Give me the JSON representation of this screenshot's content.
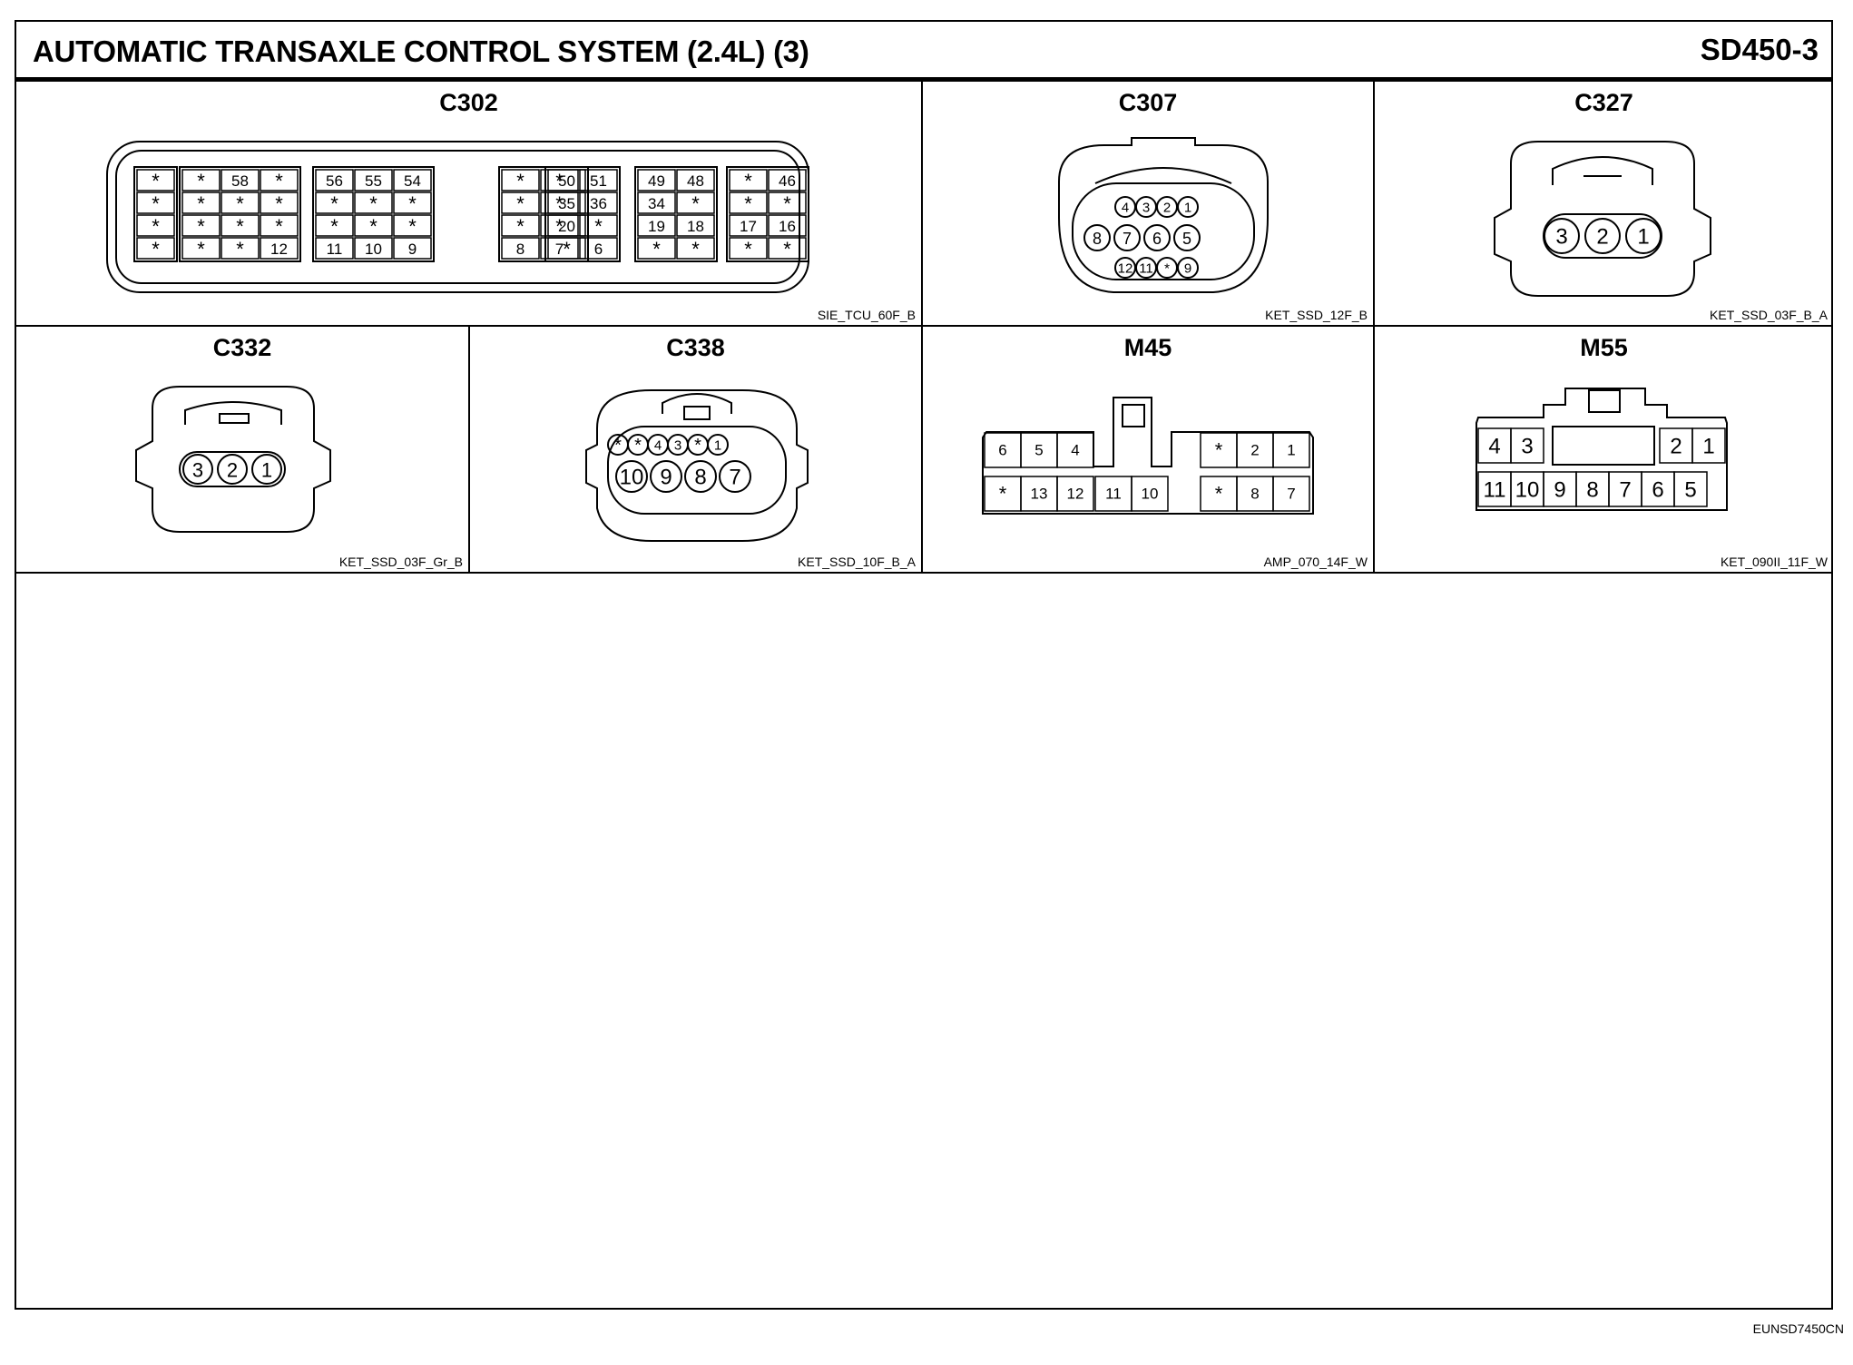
{
  "sheet": {
    "title": "AUTOMATIC TRANSAXLE CONTROL SYSTEM (2.4L) (3)",
    "code": "SD450-3",
    "footer_code": "EUNSD7450CN"
  },
  "connectors": {
    "c302": {
      "label": "C302",
      "part_code": "SIE_TCU_60F_B",
      "groups": [
        [
          [
            "*"
          ],
          [
            "*"
          ],
          [
            "*"
          ],
          [
            "*"
          ]
        ],
        [
          [
            "*",
            "58",
            "*"
          ],
          [
            "*",
            "*",
            "*"
          ],
          [
            "*",
            "*",
            "*"
          ],
          [
            "*",
            "*",
            "12"
          ]
        ],
        [
          [
            "56",
            "55",
            "54"
          ],
          [
            "*",
            "*",
            "*"
          ],
          [
            "*",
            "*",
            "*"
          ],
          [
            "11",
            "10",
            "9"
          ]
        ],
        [
          [
            "*",
            "*",
            "51"
          ],
          [
            "*",
            "*",
            "36"
          ],
          [
            "*",
            "*",
            "*"
          ],
          [
            "8",
            "7",
            "6"
          ]
        ],
        [
          [
            "50"
          ],
          [
            "35"
          ],
          [
            "20"
          ],
          [
            "*"
          ]
        ],
        [
          [
            "49",
            "48"
          ],
          [
            "34",
            "*"
          ],
          [
            "19",
            "18"
          ],
          [
            "*",
            "*"
          ]
        ],
        [
          [
            "*",
            "46"
          ],
          [
            "*",
            "*"
          ],
          [
            "17",
            "16"
          ],
          [
            "*",
            "*"
          ]
        ]
      ]
    },
    "c307": {
      "label": "C307",
      "part_code": "KET_SSD_12F_B",
      "rows": [
        [
          "4",
          "3",
          "2",
          "1"
        ],
        [
          "8",
          "7",
          "6",
          "5"
        ],
        [
          "12",
          "11",
          "*",
          "9"
        ]
      ]
    },
    "c327": {
      "label": "C327",
      "part_code": "KET_SSD_03F_B_A",
      "pins": [
        "3",
        "2",
        "1"
      ]
    },
    "c332": {
      "label": "C332",
      "part_code": "KET_SSD_03F_Gr_B",
      "pins": [
        "3",
        "2",
        "1"
      ]
    },
    "c338": {
      "label": "C338",
      "part_code": "KET_SSD_10F_B_A",
      "rows": [
        [
          "*",
          "*",
          "4",
          "3",
          "*",
          "1"
        ],
        [
          "10",
          "9",
          "8",
          "7"
        ]
      ]
    },
    "m45": {
      "label": "M45",
      "part_code": "AMP_070_14F_W",
      "left_top": [
        "6",
        "5",
        "4"
      ],
      "left_bottom": [
        "*",
        "13",
        "12"
      ],
      "center": [
        "11",
        "10"
      ],
      "right_top": [
        "*",
        "2",
        "1"
      ],
      "right_bottom": [
        "*",
        "8",
        "7"
      ]
    },
    "m55": {
      "label": "M55",
      "part_code": "KET_090II_11F_W",
      "top_left": [
        "4",
        "3"
      ],
      "top_right": [
        "2",
        "1"
      ],
      "bottom": [
        "11",
        "10",
        "9",
        "8",
        "7",
        "6",
        "5"
      ]
    }
  }
}
